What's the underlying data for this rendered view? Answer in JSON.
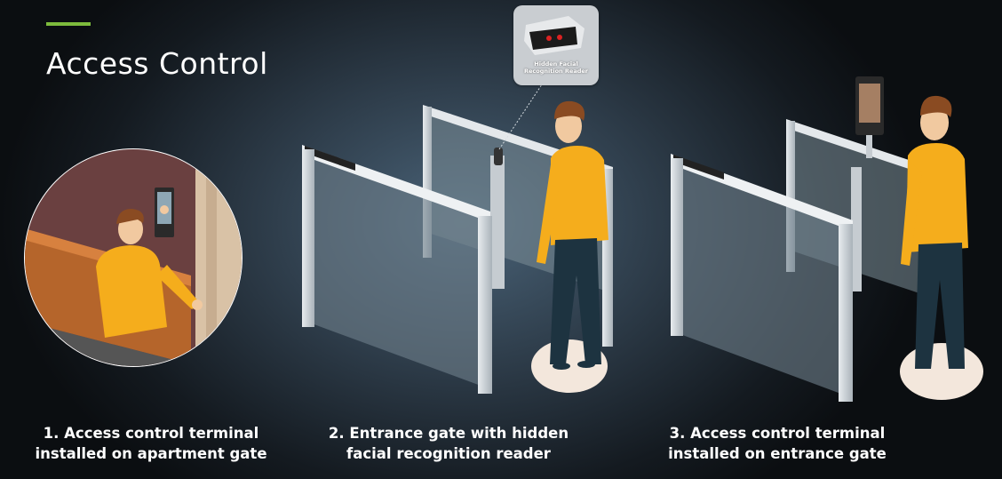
{
  "page": {
    "title": "Access Control",
    "accent_color": "#7dbb3c"
  },
  "callout": {
    "label_line1": "Hidden Facial",
    "label_line2": "Recognition Reader",
    "icon": "camera-module-icon"
  },
  "scenes": [
    {
      "caption_line1": "1. Access control terminal",
      "caption_line2": "installed on apartment gate"
    },
    {
      "caption_line1": "2. Entrance gate with hidden",
      "caption_line2": "facial recognition reader"
    },
    {
      "caption_line1": "3. Access control terminal",
      "caption_line2": "installed on entrance gate"
    }
  ],
  "colors": {
    "sweater": "#f5ad1c",
    "pants": "#1d3340",
    "hair": "#8a4b22",
    "skin": "#f1c9a0",
    "glass": "#8fa2ac",
    "frame": "#cfd5da"
  }
}
